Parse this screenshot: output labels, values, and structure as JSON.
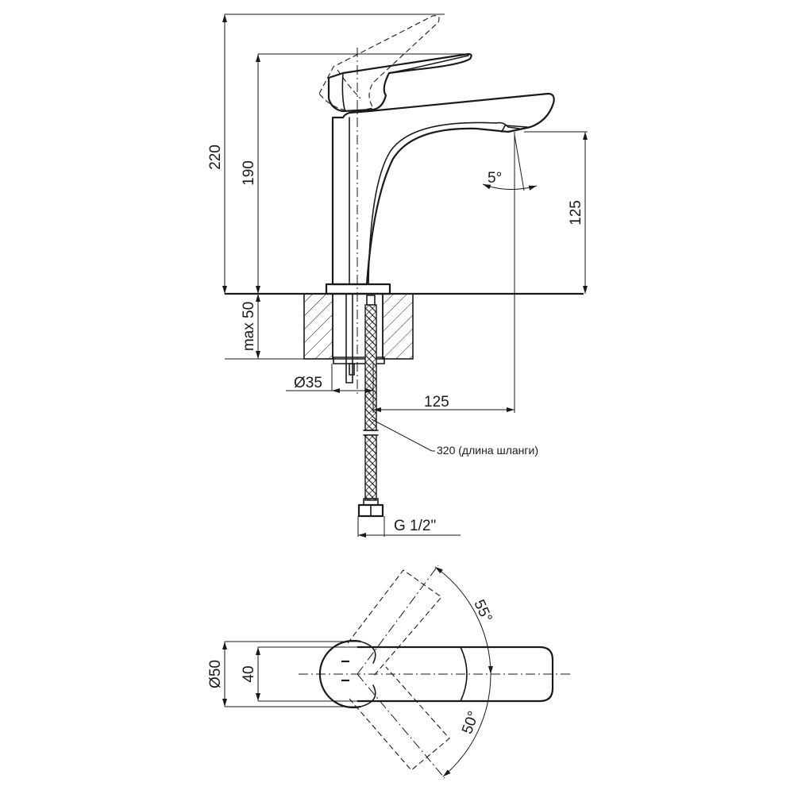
{
  "side_view": {
    "dim_total_height": "220",
    "dim_spout_height": "190",
    "dim_outlet_height": "125",
    "dim_outlet_angle": "5°",
    "dim_max_thickness": "max 50",
    "dim_hole_diameter": "Ø35",
    "dim_reach": "125",
    "hose_note": "320 (длина шланги)",
    "thread_label": "G 1/2\""
  },
  "top_view": {
    "dim_base_diameter": "Ø50",
    "dim_body_width": "40",
    "dim_angle_hot": "55°",
    "dim_angle_cold": "50°"
  }
}
